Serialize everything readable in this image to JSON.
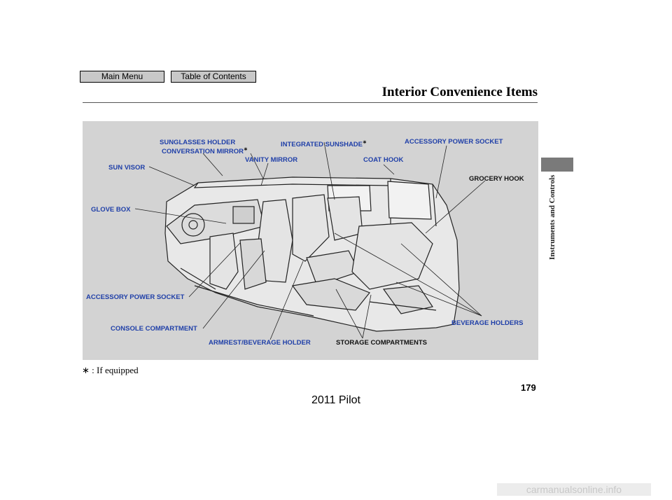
{
  "nav": {
    "main_menu": "Main Menu",
    "table_of_contents": "Table of Contents"
  },
  "page": {
    "title": "Interior Convenience Items",
    "section": "Instruments and Controls",
    "number": "179",
    "footer": "2011 Pilot",
    "watermark": "carmanualsonline.info"
  },
  "footnote": {
    "symbol": "∗",
    "separator": ":",
    "text": "If equipped"
  },
  "callouts": {
    "sunglasses_holder": "SUNGLASSES HOLDER",
    "conversation_mirror": "CONVERSATION MIRROR",
    "integrated_sunshade": "INTEGRATED SUNSHADE",
    "accessory_socket_top": "ACCESSORY POWER SOCKET",
    "vanity_mirror": "VANITY MIRROR",
    "coat_hook": "COAT HOOK",
    "sun_visor": "SUN VISOR",
    "grocery_hook": "GROCERY HOOK",
    "glove_box": "GLOVE BOX",
    "accessory_socket_left": "ACCESSORY POWER SOCKET",
    "console_compartment": "CONSOLE COMPARTMENT",
    "armrest_beverage": "ARMREST/BEVERAGE HOLDER",
    "storage_compartments": "STORAGE COMPARTMENTS",
    "beverage_holders": "BEVERAGE HOLDERS",
    "star": "∗"
  },
  "colors": {
    "callout_blue": "#1f3fa8",
    "figure_bg": "#d3d3d3"
  }
}
